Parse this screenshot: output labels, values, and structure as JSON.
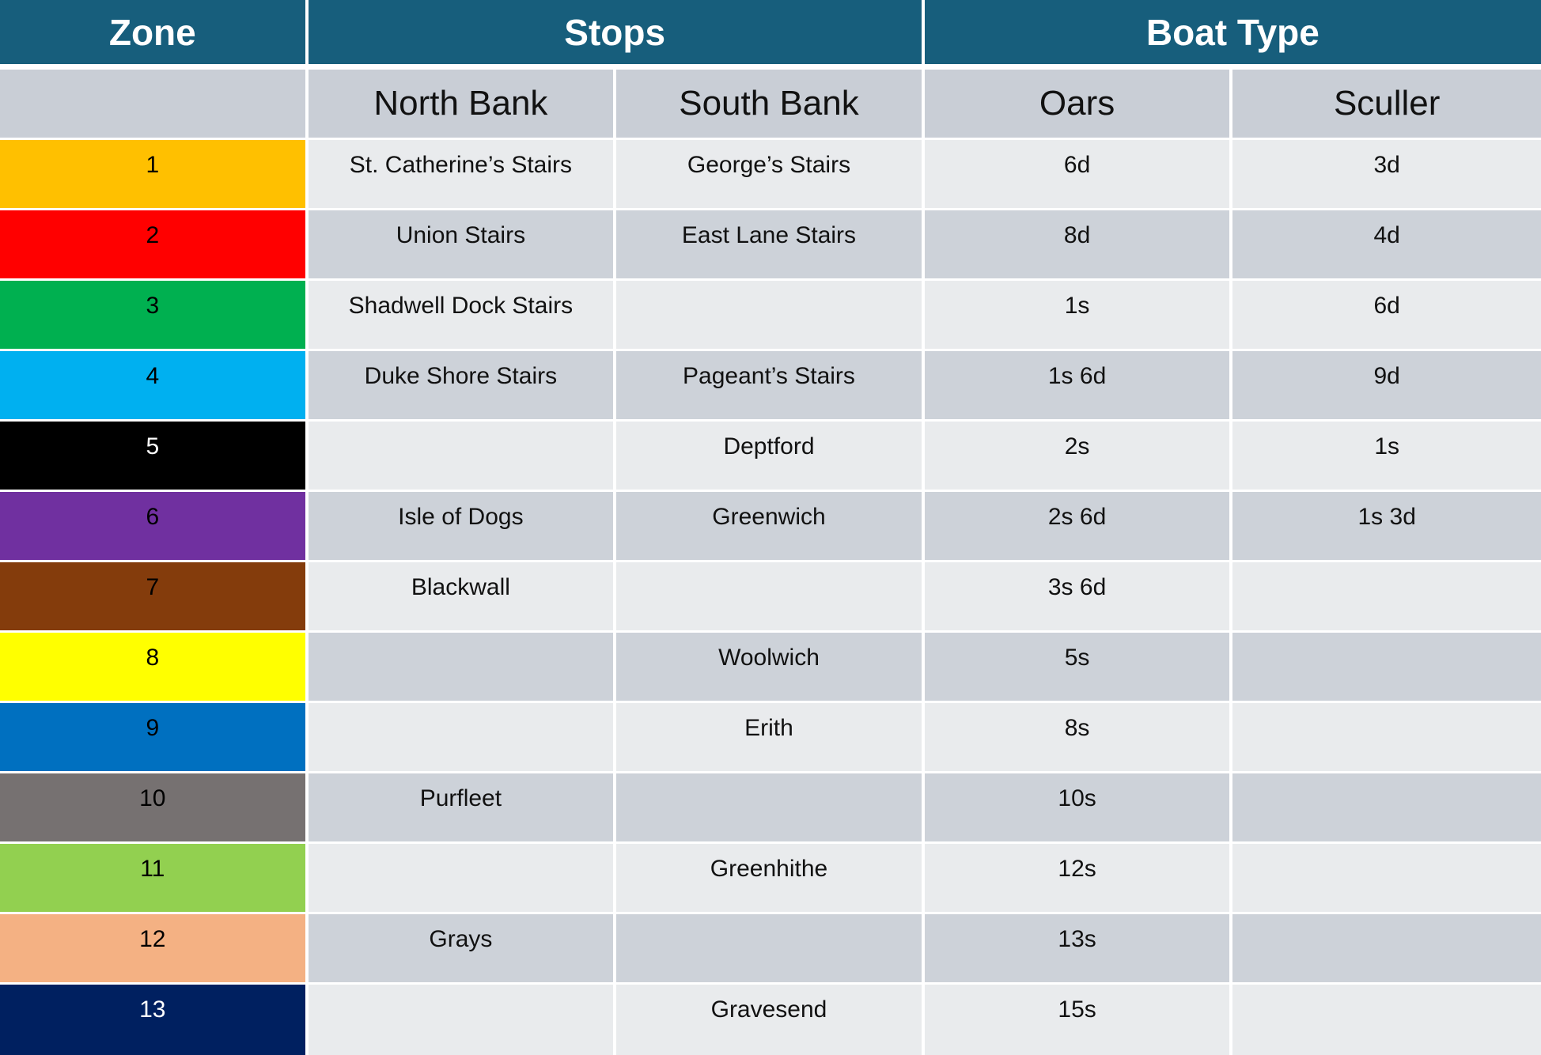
{
  "table": {
    "header": {
      "zone": "Zone",
      "stops": "Stops",
      "boat_type": "Boat Type"
    },
    "subheader": {
      "north_bank": "North Bank",
      "south_bank": "South Bank",
      "oars": "Oars",
      "sculler": "Sculler"
    },
    "colors": {
      "header_bg": "#175E7C",
      "header_text": "#FFFFFF",
      "subheader_bg": "#C9CED6",
      "row_light": "#E9EBED",
      "row_dark": "#CDD2D9",
      "grid": "#FFFFFF"
    },
    "rows": [
      {
        "zone": "1",
        "zone_color": "#FFC000",
        "zone_text_color": "#000000",
        "north_bank": "St. Catherine’s Stairs",
        "south_bank": "George’s Stairs",
        "oars": "6d",
        "sculler": "3d"
      },
      {
        "zone": "2",
        "zone_color": "#FF0000",
        "zone_text_color": "#000000",
        "north_bank": "Union Stairs",
        "south_bank": "East Lane Stairs",
        "oars": "8d",
        "sculler": "4d"
      },
      {
        "zone": "3",
        "zone_color": "#00B050",
        "zone_text_color": "#000000",
        "north_bank": "Shadwell Dock Stairs",
        "south_bank": "",
        "oars": "1s",
        "sculler": "6d"
      },
      {
        "zone": "4",
        "zone_color": "#00B0F0",
        "zone_text_color": "#000000",
        "north_bank": "Duke Shore Stairs",
        "south_bank": "Pageant’s Stairs",
        "oars": "1s 6d",
        "sculler": "9d"
      },
      {
        "zone": "5",
        "zone_color": "#000000",
        "zone_text_color": "#FFFFFF",
        "north_bank": "",
        "south_bank": "Deptford",
        "oars": "2s",
        "sculler": "1s"
      },
      {
        "zone": "6",
        "zone_color": "#7030A0",
        "zone_text_color": "#000000",
        "north_bank": "Isle of Dogs",
        "south_bank": "Greenwich",
        "oars": "2s 6d",
        "sculler": "1s 3d"
      },
      {
        "zone": "7",
        "zone_color": "#843C0C",
        "zone_text_color": "#000000",
        "north_bank": "Blackwall",
        "south_bank": "",
        "oars": "3s 6d",
        "sculler": ""
      },
      {
        "zone": "8",
        "zone_color": "#FFFF00",
        "zone_text_color": "#000000",
        "north_bank": "",
        "south_bank": "Woolwich",
        "oars": "5s",
        "sculler": ""
      },
      {
        "zone": "9",
        "zone_color": "#0070C0",
        "zone_text_color": "#000000",
        "north_bank": "",
        "south_bank": "Erith",
        "oars": "8s",
        "sculler": ""
      },
      {
        "zone": "10",
        "zone_color": "#767171",
        "zone_text_color": "#000000",
        "north_bank": "Purfleet",
        "south_bank": "",
        "oars": "10s",
        "sculler": ""
      },
      {
        "zone": "11",
        "zone_color": "#92D050",
        "zone_text_color": "#000000",
        "north_bank": "",
        "south_bank": "Greenhithe",
        "oars": "12s",
        "sculler": ""
      },
      {
        "zone": "12",
        "zone_color": "#F4B183",
        "zone_text_color": "#000000",
        "north_bank": "Grays",
        "south_bank": "",
        "oars": "13s",
        "sculler": ""
      },
      {
        "zone": "13",
        "zone_color": "#002060",
        "zone_text_color": "#FFFFFF",
        "north_bank": "",
        "south_bank": "Gravesend",
        "oars": "15s",
        "sculler": ""
      }
    ]
  }
}
